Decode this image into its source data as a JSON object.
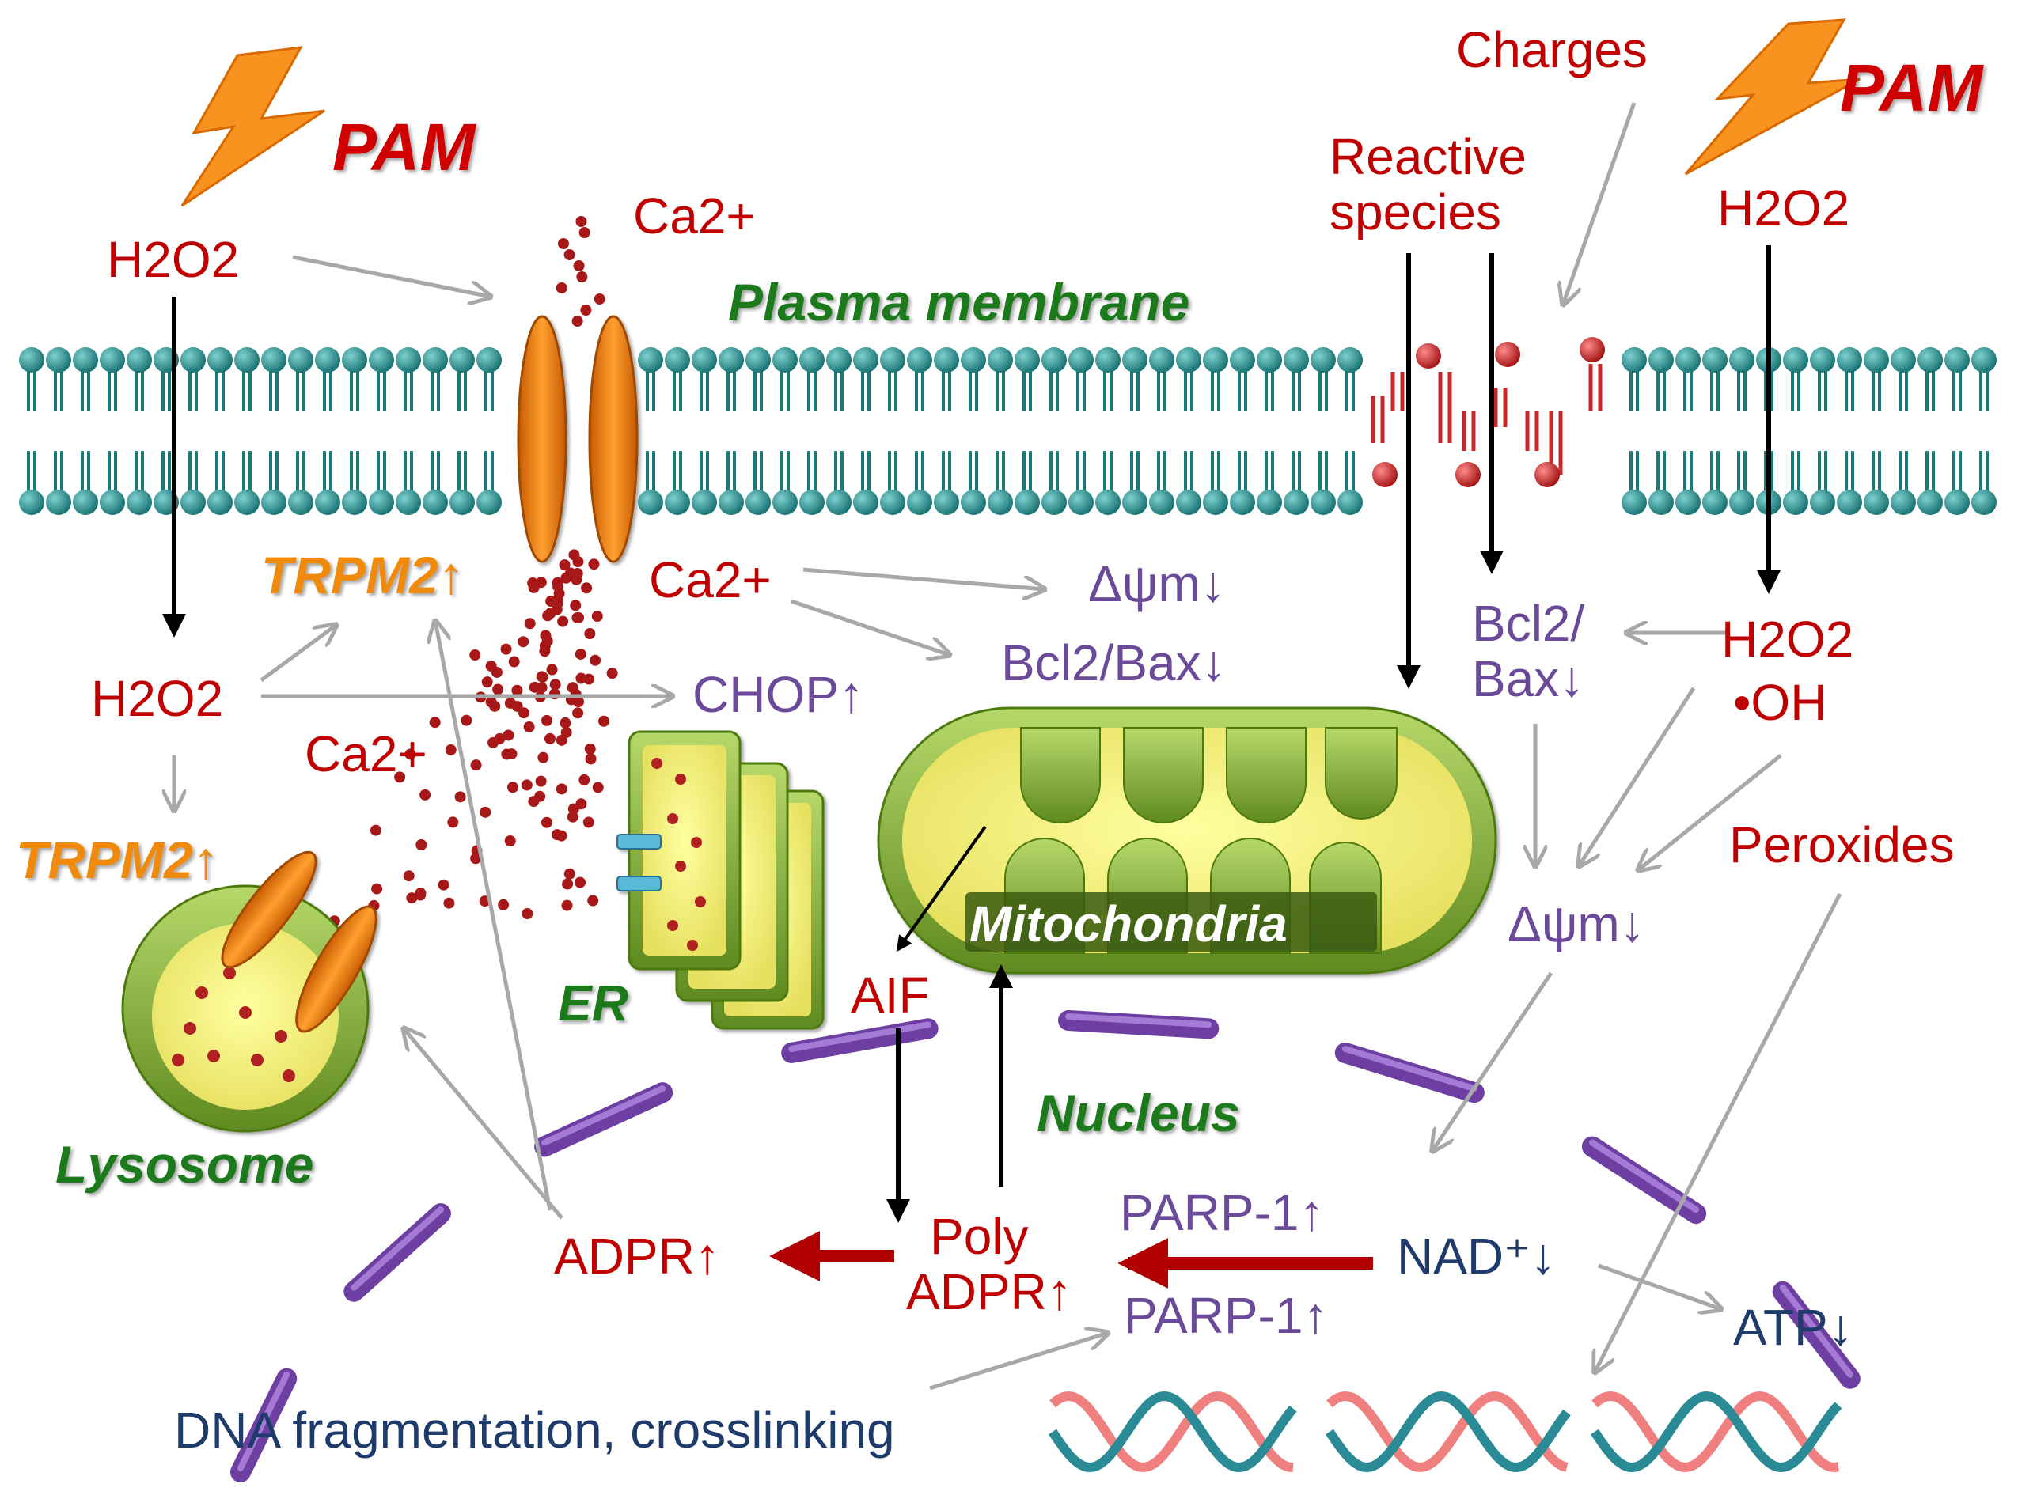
{
  "colors": {
    "red": "#c00000",
    "purple": "#6b4a9a",
    "green": "#1f7a1f",
    "orange": "#f08a10",
    "navy": "#1f3b6b",
    "teal": "#2a8c8c",
    "membrane_red": "#c82828",
    "gray_arrow": "#a8a8a8",
    "dark_red_arrow": "#b00000",
    "envelope": "#8e5fbf"
  },
  "labels": {
    "pam_left": "PAM",
    "pam_right": "PAM",
    "charges": "Charges",
    "reactive_species_1": "Reactive",
    "reactive_species_2": "species",
    "h2o2_top_left": "H2O2",
    "h2o2_top_right": "H2O2",
    "ca_top": "Ca2+",
    "plasma_membrane": "Plasma membrane",
    "trpm2_upper": "TRPM2↑",
    "ca_mid": "Ca2+",
    "delta_psi_mid": "Δψm↓",
    "bcl2_bax_mid": "Bcl2/Bax↓",
    "h2o2_left_mid": "H2O2",
    "chop": "CHOP↑",
    "bcl2_right_1": "Bcl2/",
    "bcl2_right_2": "Bax↓",
    "h2o2_right_mid": "H2O2",
    "oh_right": "•OH",
    "ca_low": "Ca2+",
    "trpm2_lower": "TRPM2↑",
    "peroxides": "Peroxides",
    "mitochondria": "Mitochondria",
    "delta_psi_right": "Δψm↓",
    "er": "ER",
    "aif": "AIF",
    "lysosome": "Lysosome",
    "nucleus": "Nucleus",
    "parp_upper": "PARP-1↑",
    "poly_1": "Poly",
    "poly_2": "ADPR↑",
    "adpr": "ADPR↑",
    "nad": "NAD⁺↓",
    "parp_lower": "PARP-1↑",
    "atp": "ATP↓",
    "dna": "DNA fragmentation, crosslinking"
  }
}
